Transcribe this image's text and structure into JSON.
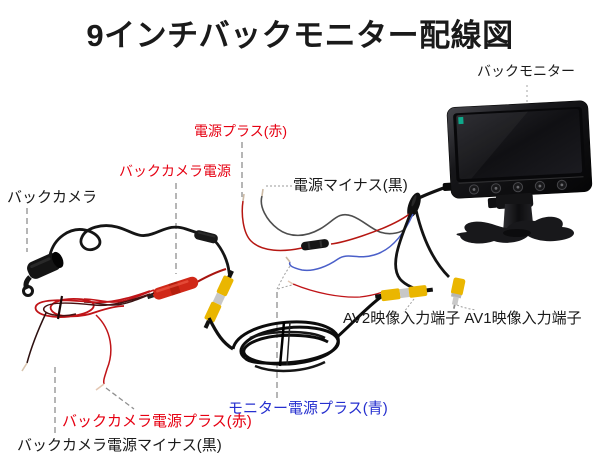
{
  "title": "9インチバックモニター配線図",
  "labels": {
    "back_monitor": "バックモニター",
    "back_camera": "バックカメラ",
    "power_plus_red": "電源プラス(赤)",
    "back_camera_power": "バックカメラ電源",
    "power_minus_black": "電源マイナス(黒)",
    "av_input_terminals": "AV2映像入力端子 AV1映像入力端子",
    "monitor_power_plus_blue": "モニター電源プラス(青)",
    "back_camera_power_plus_red": "バックカメラ電源プラス(赤)",
    "back_camera_power_minus_black": "バックカメラ電源マイナス(黒)"
  },
  "colors": {
    "label_red": "#e60012",
    "label_blue": "#2630cf",
    "label_black": "#1a1a1a",
    "wire_red": "#b61712",
    "wire_blue": "#4a5fc9",
    "wire_gray": "#4e4e4e",
    "cable_black": "#121212",
    "rca_yellow": "#eab600",
    "connector_red": "#d02818",
    "indicator_green": "#0fa98b"
  }
}
